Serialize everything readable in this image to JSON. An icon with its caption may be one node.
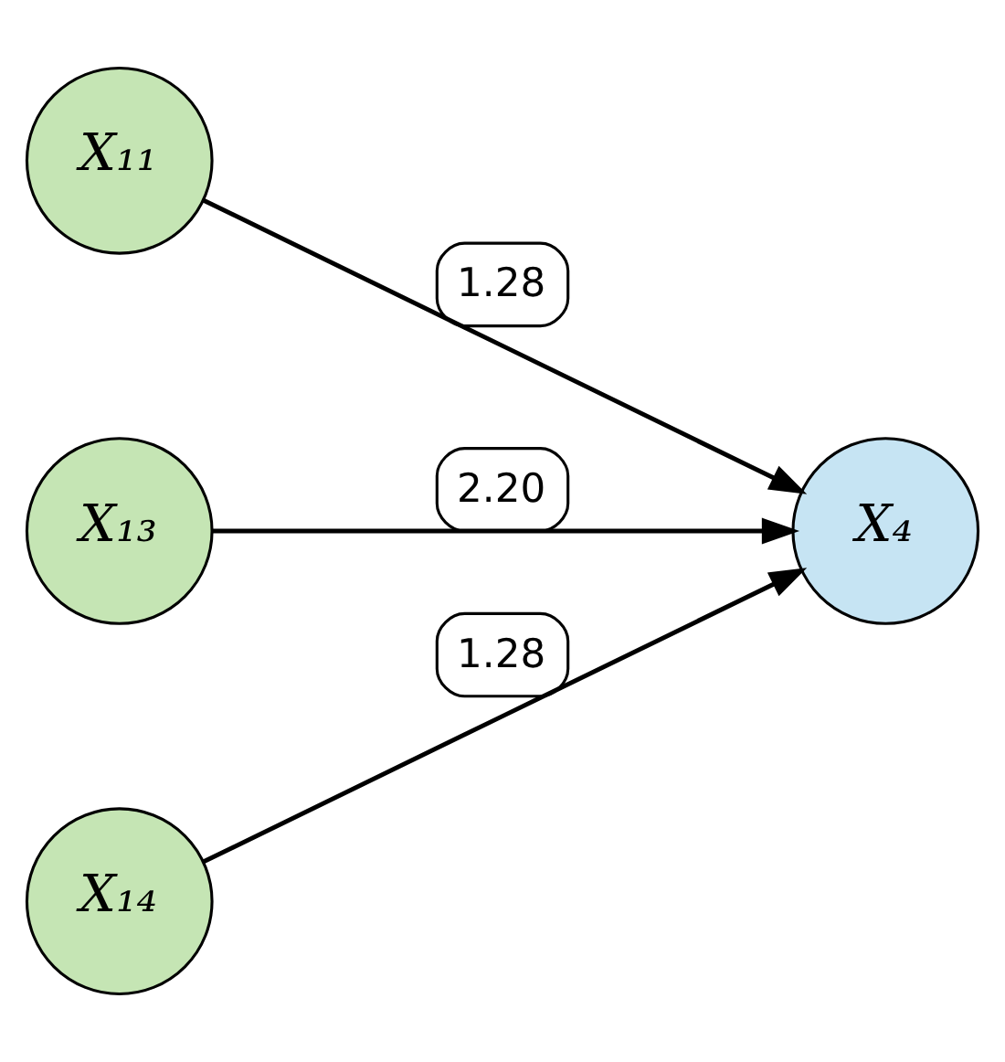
{
  "diagram": {
    "nodes": [
      {
        "text": [
          "X₁₁"
        ]
      },
      {
        "text": [
          "X₁₃"
        ]
      },
      {
        "text": [
          "X₁₄"
        ]
      },
      {
        "text": [
          "X₄"
        ]
      }
    ],
    "edges": [
      {
        "from": 0,
        "to": 3,
        "arrow": "to",
        "label": "1.28"
      },
      {
        "from": 1,
        "to": 3,
        "arrow": "to",
        "label": "2.20"
      },
      {
        "from": 2,
        "to": 3,
        "arrow": "to",
        "label": "1.28"
      }
    ]
  }
}
